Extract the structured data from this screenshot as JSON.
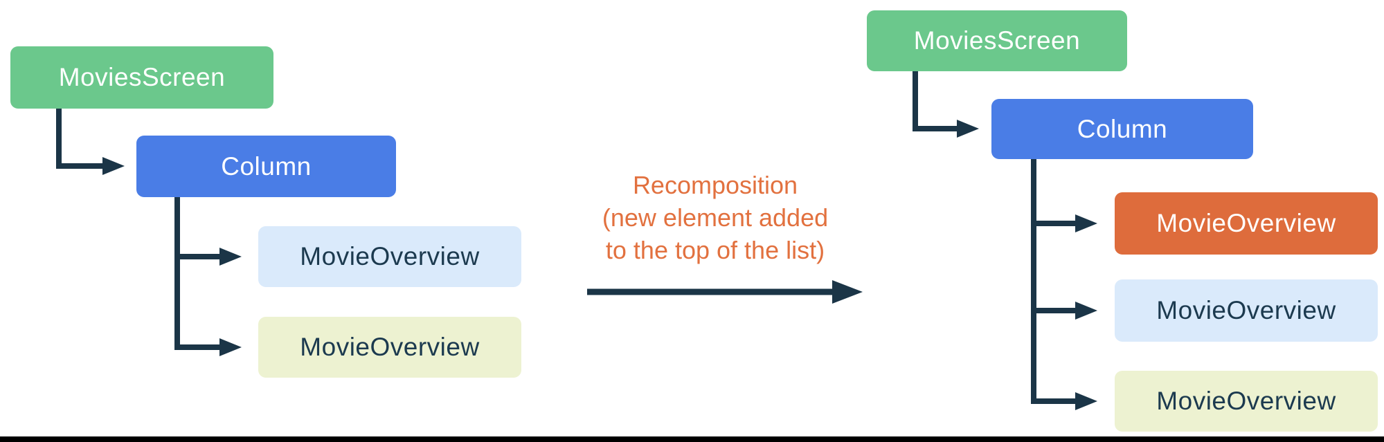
{
  "diagram": {
    "colors": {
      "green": "#6bc88c",
      "blue": "#4a7de6",
      "light_blue": "#daeafb",
      "cream": "#edf2d1",
      "orange": "#de6c3c",
      "annotation_text": "#e2713f",
      "connector": "#1b3547",
      "dark_text": "#1c3a4f",
      "bottom_bar": "#000000"
    },
    "left_tree": {
      "nodes": [
        {
          "label": "MoviesScreen"
        },
        {
          "label": "Column"
        },
        {
          "label": "MovieOverview"
        },
        {
          "label": "MovieOverview"
        }
      ]
    },
    "right_tree": {
      "nodes": [
        {
          "label": "MoviesScreen"
        },
        {
          "label": "Column"
        },
        {
          "label": "MovieOverview"
        },
        {
          "label": "MovieOverview"
        },
        {
          "label": "MovieOverview"
        }
      ]
    },
    "annotation": {
      "line1": "Recomposition",
      "line2": "(new element added",
      "line3": "to the top of the list)"
    }
  }
}
